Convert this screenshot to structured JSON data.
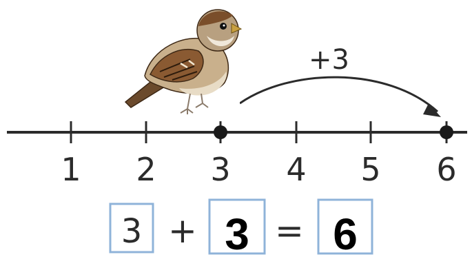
{
  "number_line": {
    "ticks": [
      "1",
      "2",
      "3",
      "4",
      "5",
      "6"
    ],
    "start_value": 3,
    "end_value": 6,
    "jump_label": "+3",
    "colors": {
      "line": "#2b2b2b",
      "dot": "#1a1a1a"
    }
  },
  "bird": {
    "icon": "sparrow-icon"
  },
  "equation": {
    "first_addend": "3",
    "plus": "+",
    "second_addend": "3",
    "equals": "=",
    "sum": "6",
    "colors": {
      "box_border": "#8fb3d9",
      "box_fill": "#ffffff"
    }
  }
}
